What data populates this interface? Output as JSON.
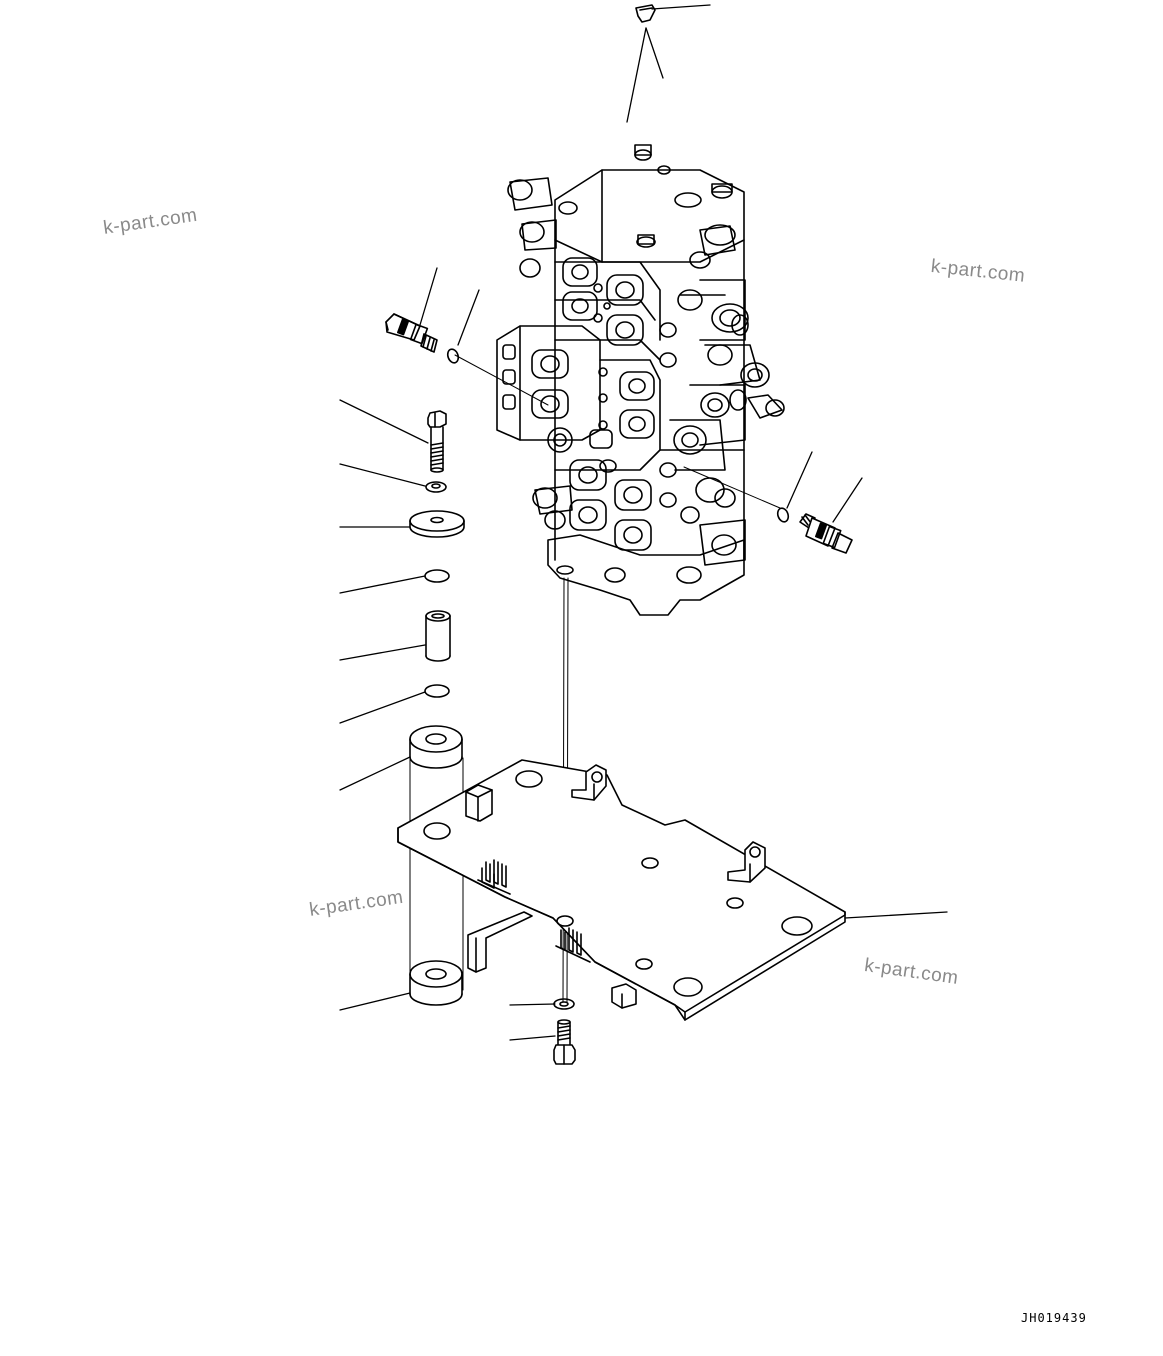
{
  "watermarks": [
    "k-part.com",
    "k-part.com",
    "k-part.com",
    "k-part.com"
  ],
  "drawing_id": "JH019439",
  "parts": [
    "plug-icon",
    "control-valve-icon",
    "pressure-sensor-icon",
    "o-ring-icon",
    "bolt-icon",
    "washer-icon",
    "spacer-collar-icon",
    "rubber-cushion-icon",
    "bracket-plate-icon",
    "pin-icon"
  ]
}
